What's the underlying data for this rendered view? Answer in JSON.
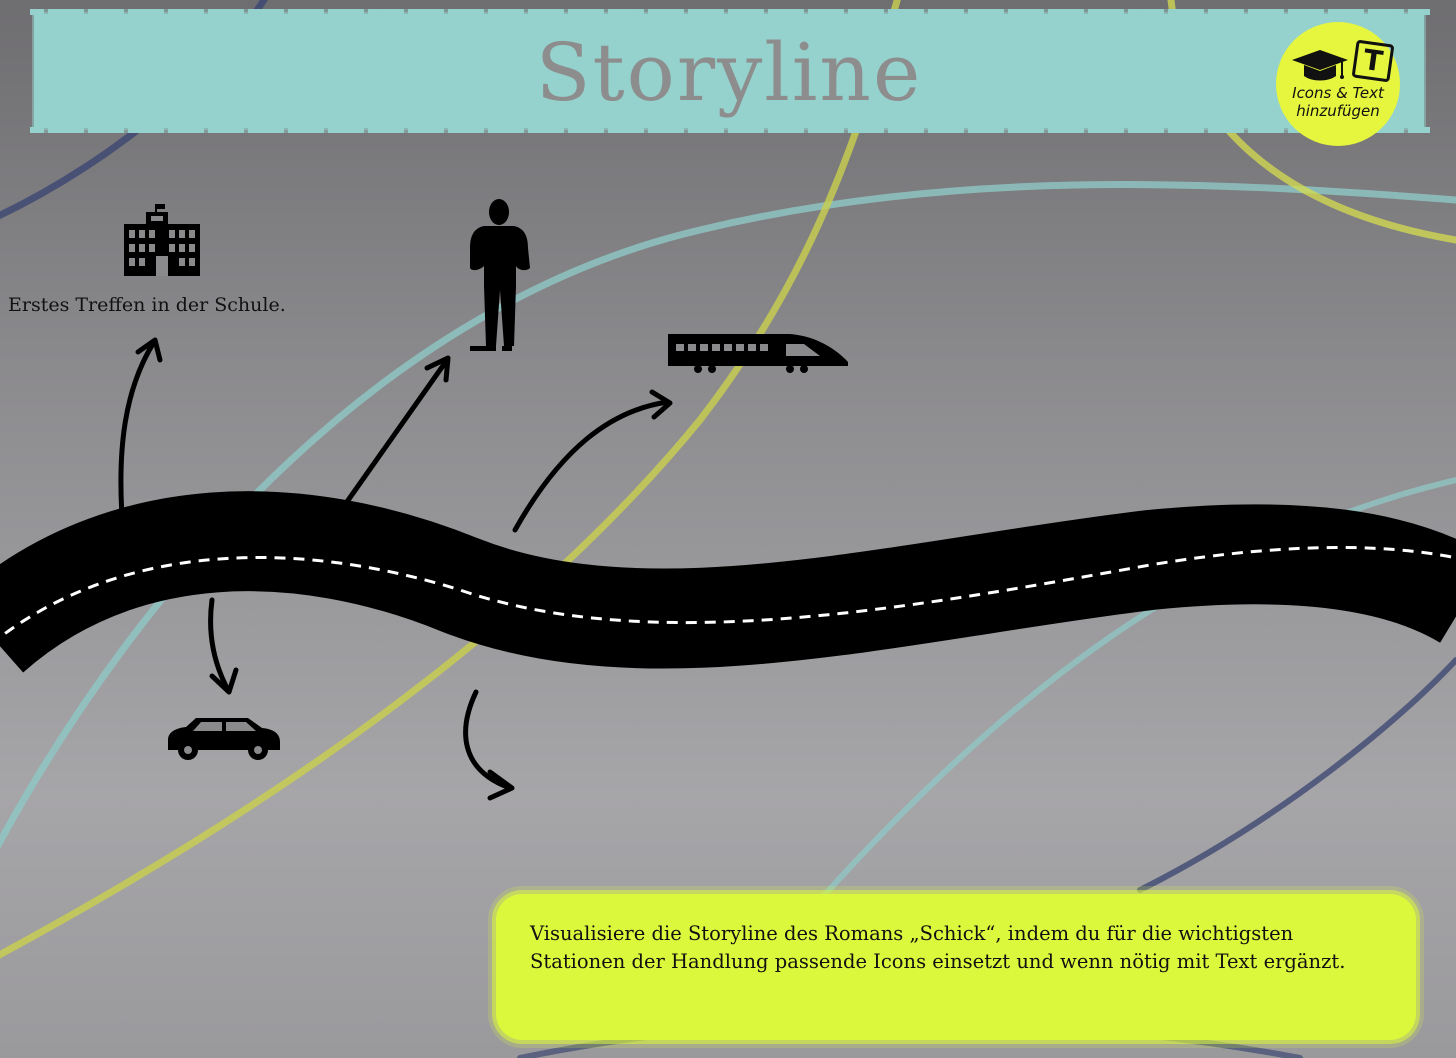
{
  "title": "Storyline",
  "badge": {
    "line1": "Icons & Text",
    "line2": "hinzufügen",
    "letter": "T"
  },
  "stations": [
    {
      "icon": "school-building-icon",
      "label": "Erstes Treffen in der Schule."
    },
    {
      "icon": "standing-man-icon",
      "label": ""
    },
    {
      "icon": "high-speed-train-icon",
      "label": ""
    },
    {
      "icon": "car-icon",
      "label": ""
    },
    {
      "icon": "empty-slot",
      "label": ""
    }
  ],
  "task": {
    "text": "Visualisiere die Storyline des Romans „Schick“, indem du für die wichtigsten Stationen der Handlung passende Icons einsetzt und wenn nötig mit Text ergänzt."
  },
  "colors": {
    "banner": "#95d2cd",
    "badge": "#e6f53e",
    "task_box": "#dcf83c",
    "road": "#000000",
    "swirl_teal": "#8fc8c6",
    "swirl_yellow": "#c9d04e",
    "swirl_navy": "#3f4a73"
  }
}
